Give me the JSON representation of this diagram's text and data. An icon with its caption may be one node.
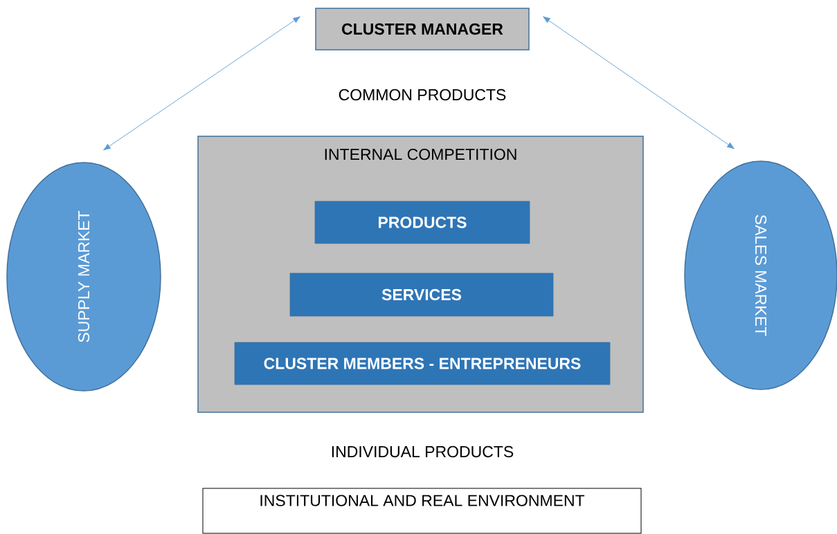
{
  "diagram": {
    "nodes": [
      {
        "text": [
          "CLUSTER MANAGER"
        ]
      },
      {
        "text": [
          "SUPPLY MARKET"
        ]
      },
      {
        "text": [
          "INTERNAL COMPETITION"
        ]
      },
      {
        "text": [
          "PRODUCTS"
        ],
        "in": 2
      },
      {
        "text": [
          "SERVICES"
        ],
        "in": 2
      },
      {
        "text": [
          "CLUSTER MEMBERS - ENTREPRENEURS"
        ],
        "in": 2
      },
      {
        "text": [
          "SALES MARKET"
        ]
      },
      {
        "text": [
          "INSTITUTIONAL AND REAL ENVIRONMENT"
        ]
      }
    ],
    "edges": [
      {
        "from": 0,
        "to": 1,
        "arrow": "both"
      },
      {
        "from": 0,
        "to": 6,
        "arrow": "both"
      }
    ],
    "labels": [
      "COMMON PRODUCTS",
      "INDIVIDUAL PRODUCTS"
    ]
  }
}
